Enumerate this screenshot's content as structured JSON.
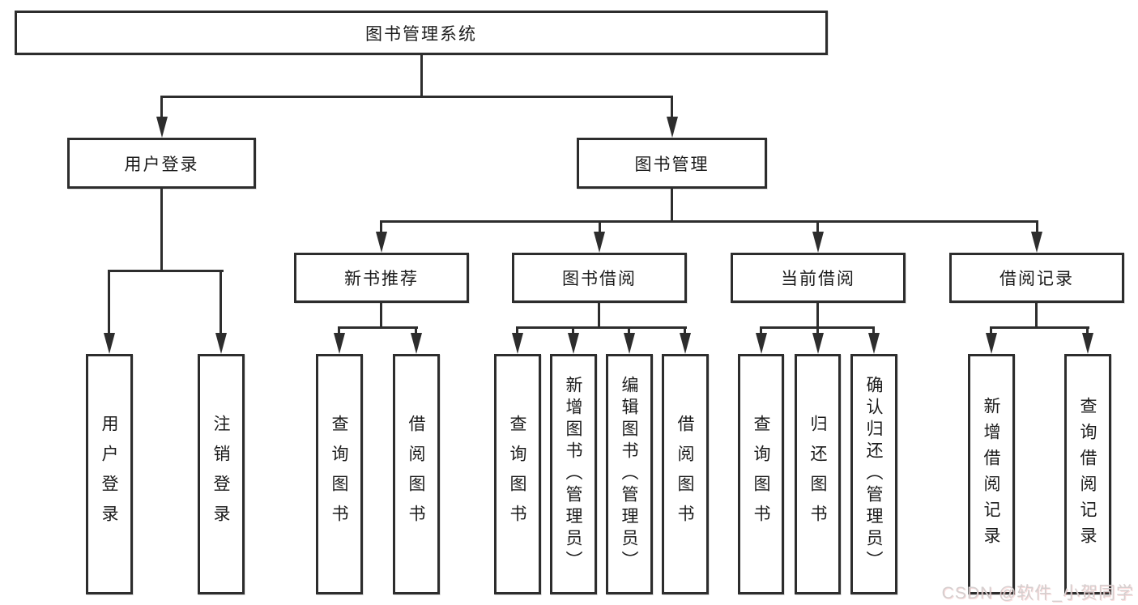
{
  "diagram": {
    "root": {
      "label": "图书管理系统"
    },
    "level2": {
      "user_login": {
        "label": "用户登录"
      },
      "book_management": {
        "label": "图书管理"
      }
    },
    "level3": {
      "new_book_recommend": {
        "label": "新书推荐"
      },
      "book_borrow": {
        "label": "图书借阅"
      },
      "current_borrow": {
        "label": "当前借阅"
      },
      "borrow_records": {
        "label": "借阅记录"
      }
    },
    "leaves": {
      "user_login": [
        "用户登录",
        "注销登录"
      ],
      "new_book_recommend": [
        "查询图书",
        "借阅图书"
      ],
      "book_borrow": [
        "查询图书",
        "新增图书（管理员）",
        "编辑图书（管理员）",
        "借阅图书"
      ],
      "current_borrow": [
        "查询图书",
        "归还图书",
        "确认归还（管理员）"
      ],
      "borrow_records": [
        "新增借阅记录",
        "查询借阅记录"
      ]
    }
  },
  "watermark": {
    "text": "CSDN @软件_小贺同学"
  },
  "colors": {
    "line": "#2d2d2d",
    "text": "#1b1b1b",
    "background": "#ffffff",
    "watermark": "#d5cfcf"
  }
}
